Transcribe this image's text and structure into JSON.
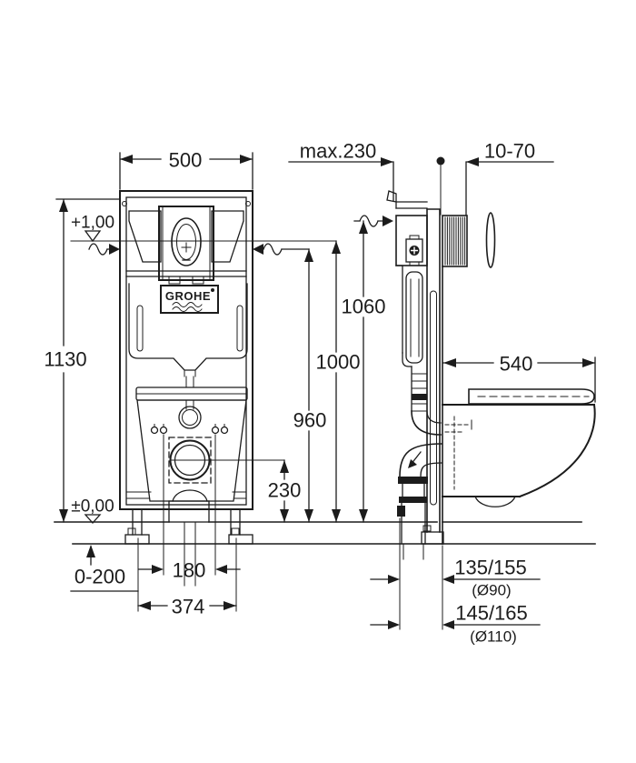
{
  "brand": {
    "logo_text": "GROHE"
  },
  "front_view": {
    "levels": {
      "upper": "+1,00",
      "floor": "±0,00"
    }
  },
  "dimensions_mm": {
    "frame_width": "500",
    "frame_height": "1130",
    "depth_max": "max.230",
    "plate_clearance": "10-70",
    "top_connection_height": "1060",
    "actuator_height": "1000",
    "water_supply_height": "960",
    "outlet_height": "230",
    "bowl_depth": "540",
    "floor_buildup_range": "0-200",
    "fixing_bolt_spacing": "180",
    "foot_anchor_spacing": "374",
    "drain_offset_d90": "135/155",
    "drain_d90": "(Ø90)",
    "drain_offset_d110": "145/165",
    "drain_d110": "(Ø110)"
  },
  "colors": {
    "line": "#1c1c1c",
    "background": "#ffffff"
  }
}
